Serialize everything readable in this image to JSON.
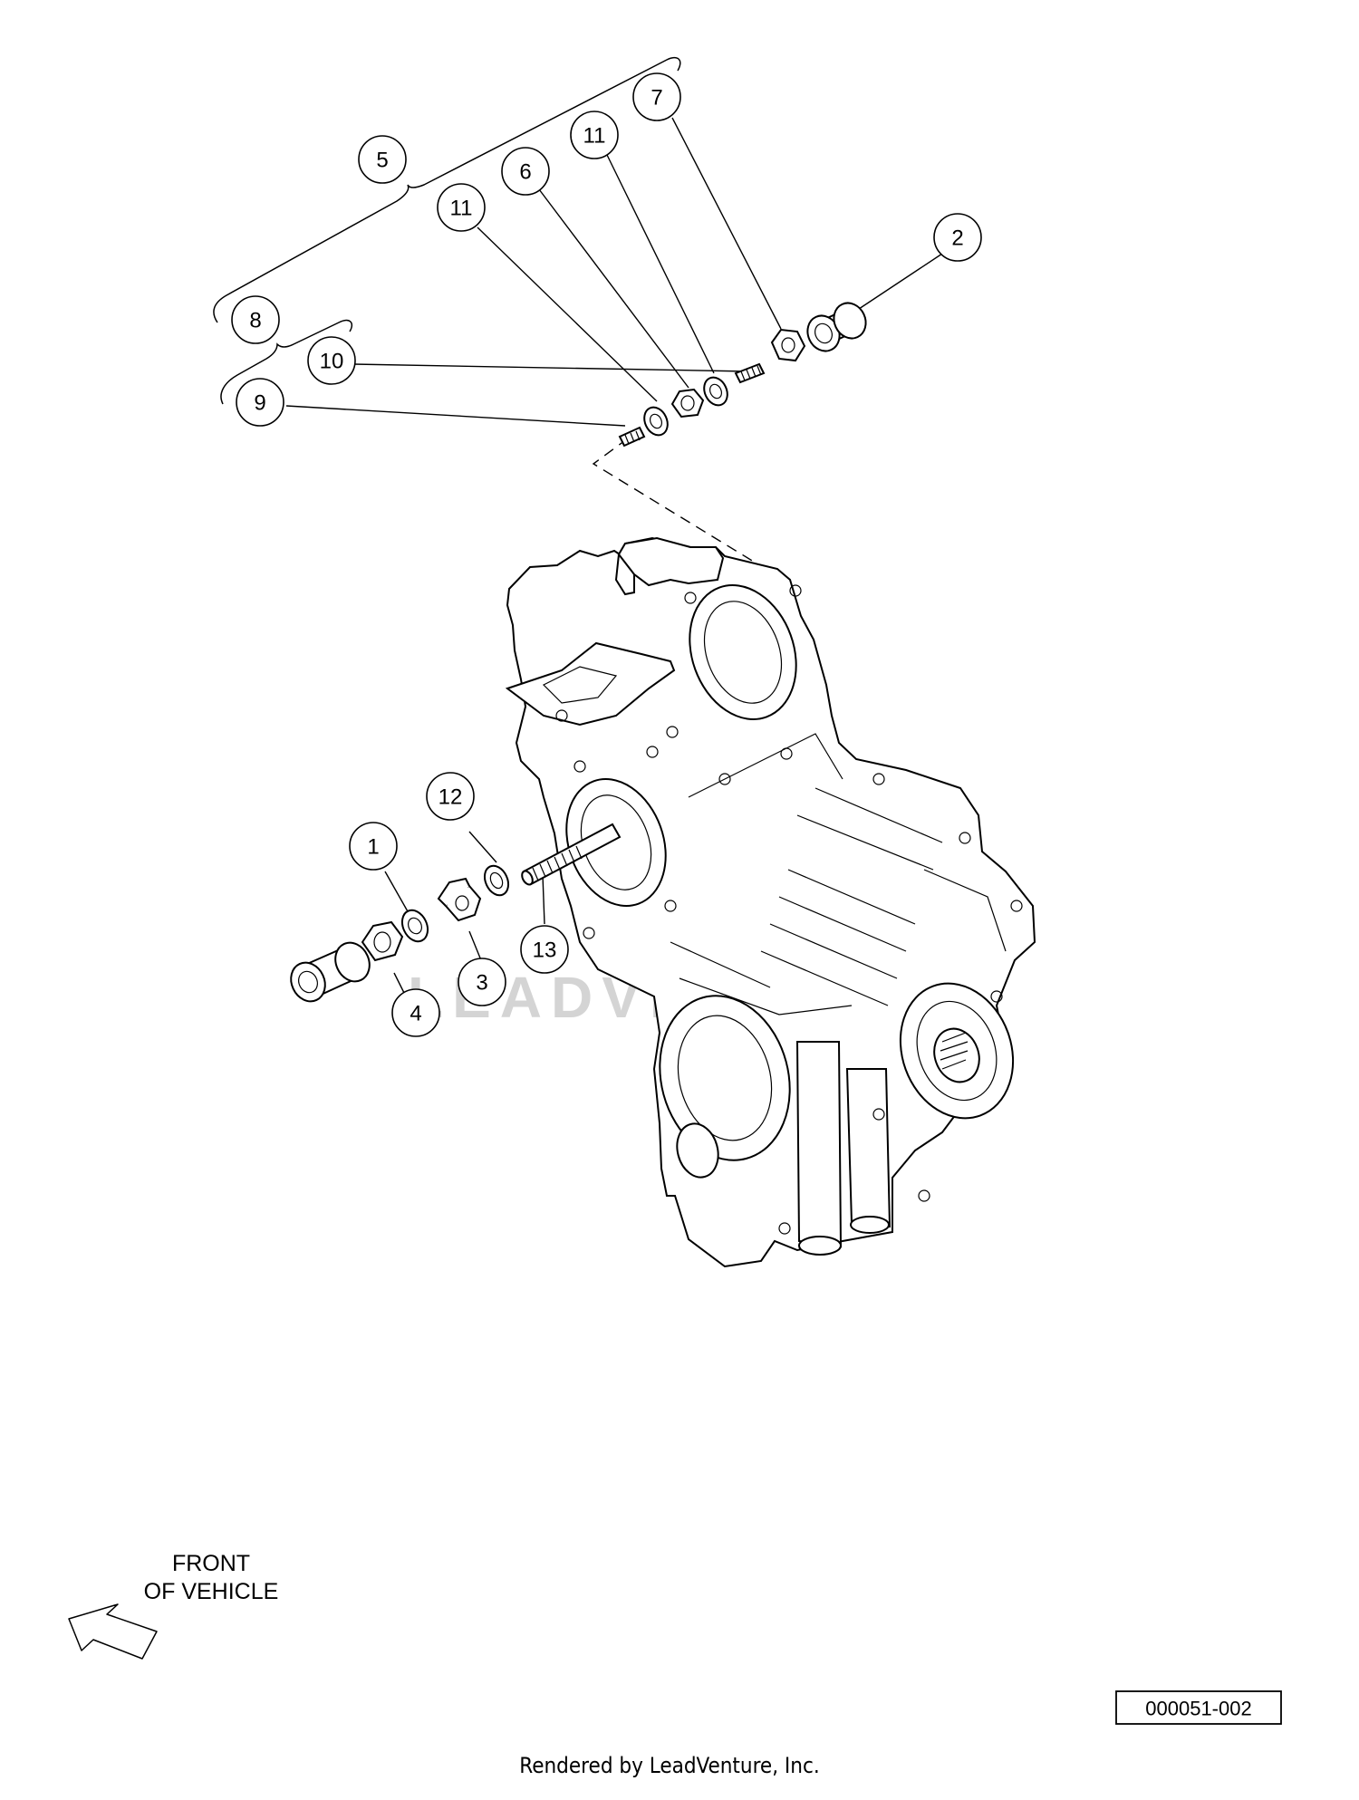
{
  "callouts": {
    "c1": "1",
    "c2": "2",
    "c3": "3",
    "c4": "4",
    "c5": "5",
    "c6": "6",
    "c7": "7",
    "c8": "8",
    "c9": "9",
    "c10": "10",
    "c11a": "11",
    "c11b": "11",
    "c12": "12",
    "c13": "13"
  },
  "watermark": "LEADVENTURE",
  "front_of_vehicle": {
    "line1": "FRONT",
    "line2": "OF VEHICLE"
  },
  "drawing_code": "000051-002",
  "footer": "Rendered by LeadVenture, Inc."
}
